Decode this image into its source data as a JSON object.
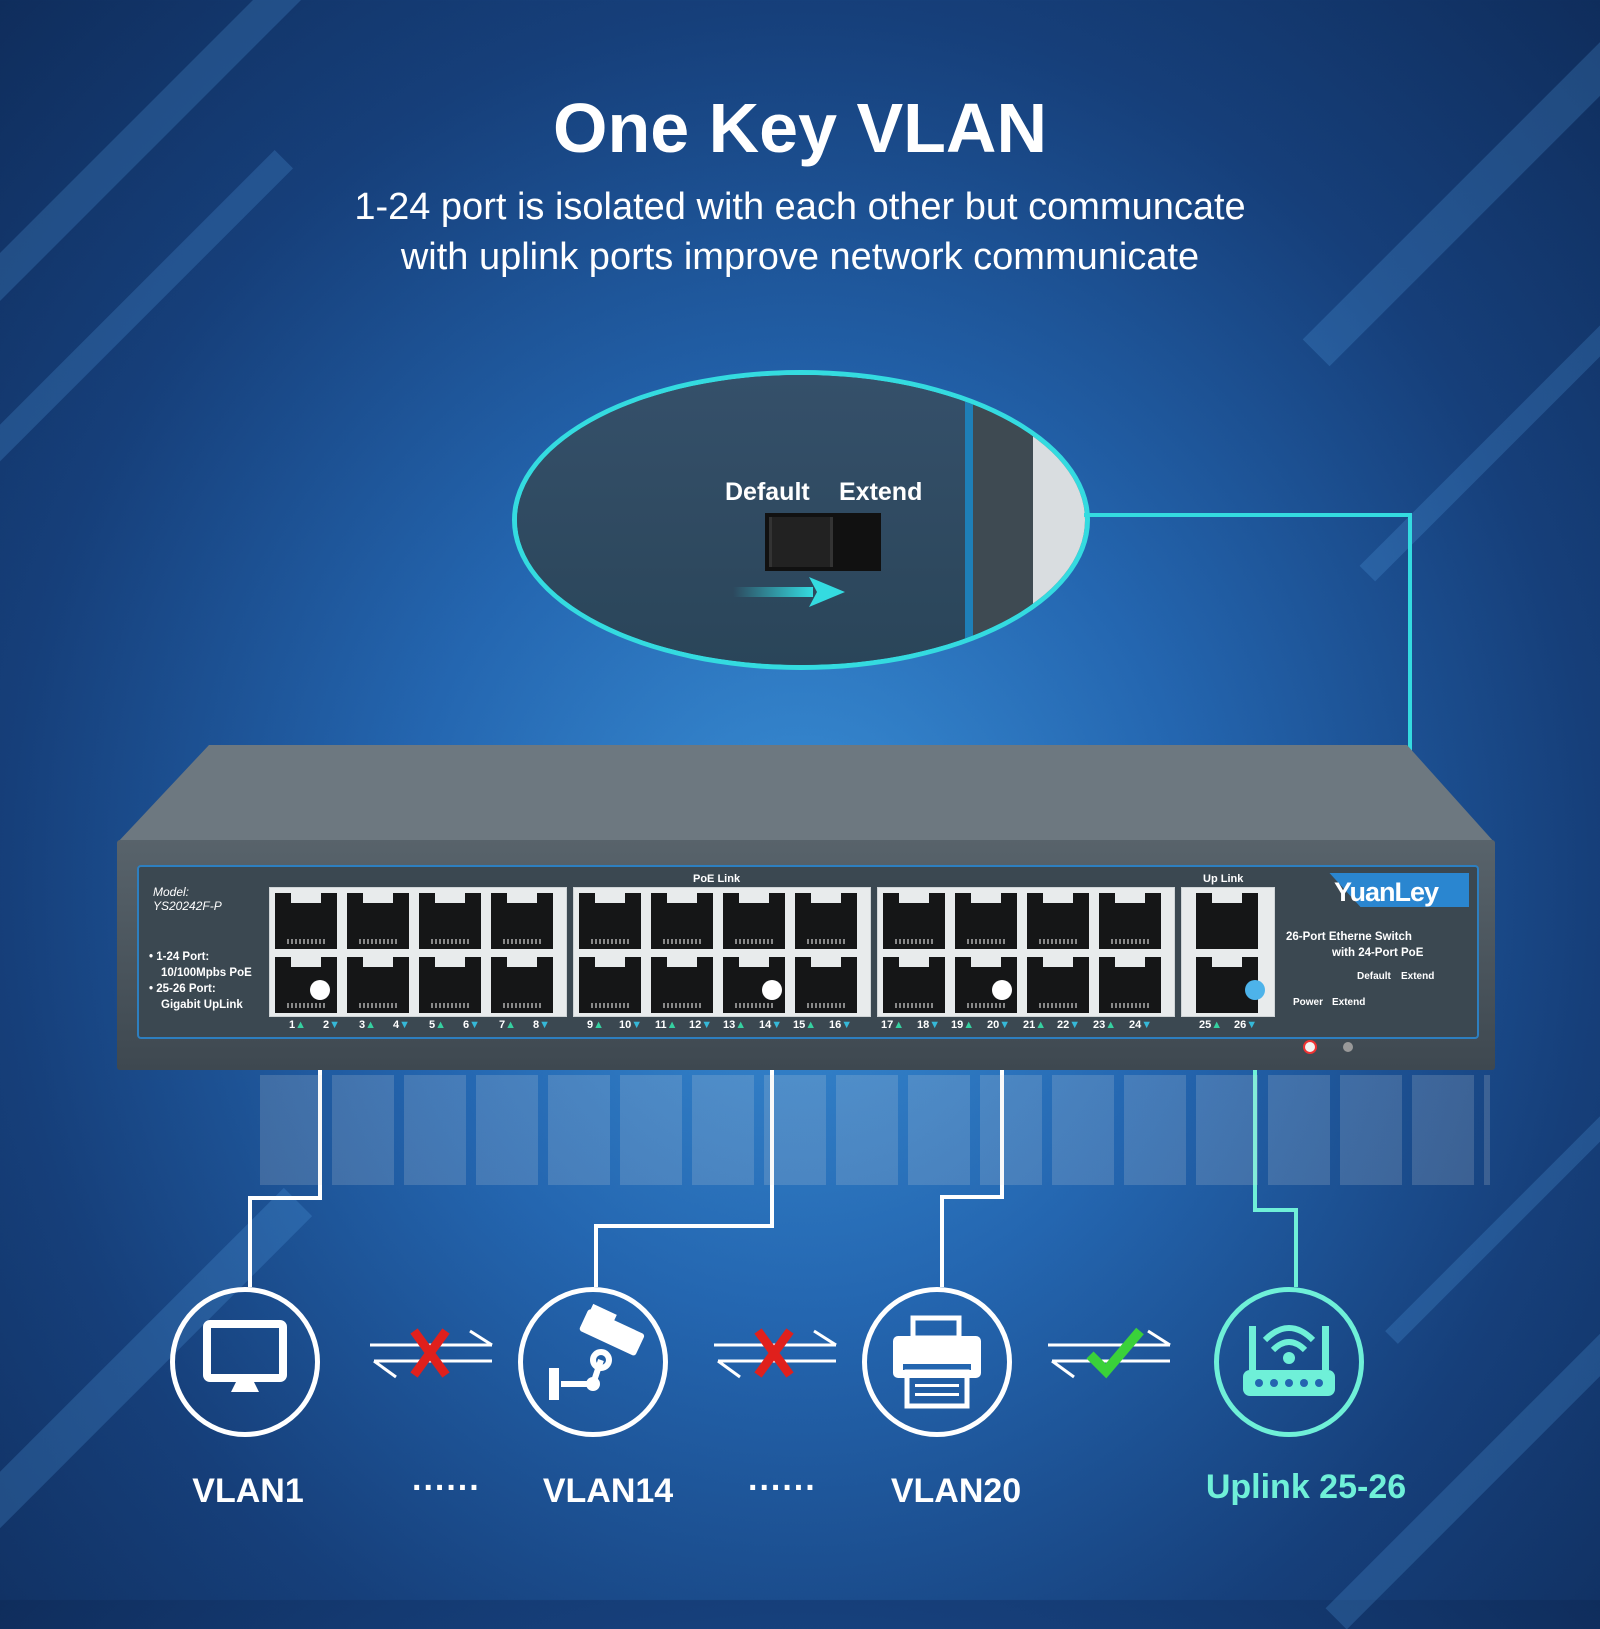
{
  "header": {
    "title": "One Key VLAN",
    "subtitle_line1": "1-24 port is isolated with each other but communcate",
    "subtitle_line2": "with uplink ports improve network communicate"
  },
  "zoom": {
    "default_label": "Default",
    "extend_label": "Extend"
  },
  "device": {
    "model_label": "Model:",
    "model_number": "YS20242F-P",
    "spec1": "• 1-24 Port:",
    "spec1_detail": "10/100Mpbs PoE",
    "spec2": "• 25-26 Port:",
    "spec2_detail": "Gigabit UpLink",
    "poe_link_label": "PoE  Link",
    "uplink_label": "Up  Link",
    "brand": "YuanLey",
    "desc_line1": "26-Port Etherne  Switch",
    "desc_line2": "with 24-Port PoE",
    "toggle_default": "Default",
    "toggle_extend": "Extend",
    "led_power": "Power",
    "led_extend": "Extend",
    "port_numbers": [
      "1▲",
      "2▼",
      "3▲",
      "4▼",
      "5▲",
      "6▼",
      "7▲",
      "8▼",
      "9▲",
      "10▼",
      "11▲",
      "12▼",
      "13▲",
      "14▼",
      "15▲",
      "16▼",
      "17▲",
      "18▼",
      "19▲",
      "20▼",
      "21▲",
      "22▼",
      "23▲",
      "24▼",
      "25▲",
      "26▼"
    ]
  },
  "vlans": [
    {
      "label": "VLAN1",
      "icon": "monitor-icon"
    },
    {
      "label": "VLAN14",
      "icon": "cctv-camera-icon"
    },
    {
      "label": "VLAN20",
      "icon": "printer-icon"
    },
    {
      "label": "Uplink 25-26",
      "icon": "router-icon"
    }
  ],
  "separators": [
    "......",
    "......"
  ],
  "colors": {
    "accent_cyan": "#34dbe0",
    "uplink_green": "#6ff0d8",
    "blocked_red": "#e0201c",
    "allowed_green": "#3ad13a"
  }
}
